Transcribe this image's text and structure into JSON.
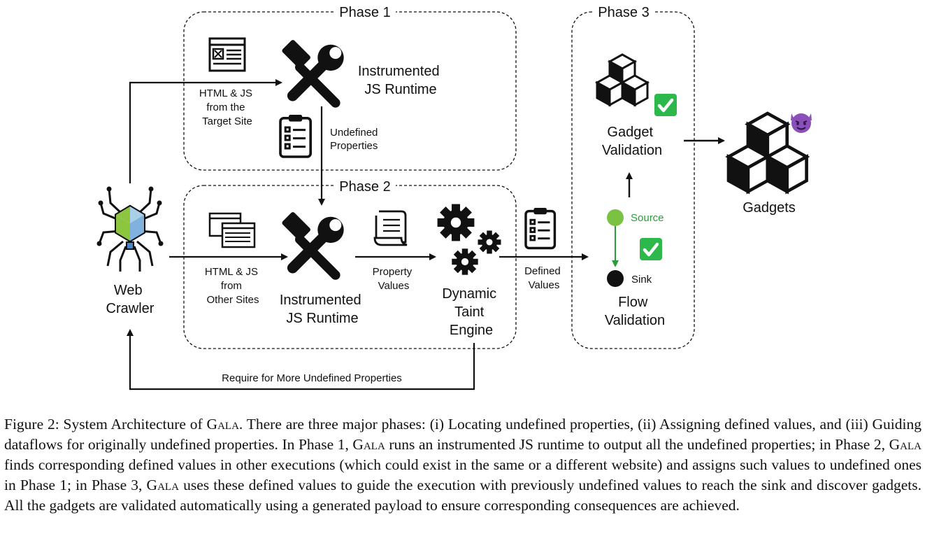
{
  "phases": {
    "phase1": "Phase 1",
    "phase2": "Phase 2",
    "phase3": "Phase 3"
  },
  "nodes": {
    "web_crawler": [
      "Web",
      "Crawler"
    ],
    "runtime1": [
      "Instrumented",
      "JS Runtime"
    ],
    "runtime2": [
      "Instrumented",
      "JS Runtime"
    ],
    "taint_engine": [
      "Dynamic",
      "Taint",
      "Engine"
    ],
    "gadget_validation": [
      "Gadget",
      "Validation"
    ],
    "flow_validation": [
      "Flow",
      "Validation"
    ],
    "gadgets": "Gadgets",
    "source": "Source",
    "sink": "Sink"
  },
  "edge_labels": {
    "html_js_target": [
      "HTML & JS",
      "from the",
      "Target Site"
    ],
    "undefined_props": [
      "Undefined",
      "Properties"
    ],
    "html_js_other": [
      "HTML & JS",
      "from",
      "Other Sites"
    ],
    "property_values": [
      "Property",
      "Values"
    ],
    "defined_values": [
      "Defined",
      "Values"
    ],
    "require_more": "Require for More Undefined Properties"
  },
  "icons": {
    "tools": "hammer-wrench-icon",
    "webpage": "webpage-icon",
    "windows": "browser-windows-icon",
    "clipboard": "clipboard-checklist-icon",
    "scroll": "scroll-icon",
    "gears": "gears-icon",
    "cubes": "cubes-icon",
    "check": "green-check-icon",
    "devil": "devil-emoji-icon",
    "spider": "spider-icon"
  },
  "colors": {
    "source_node": "#7cc242",
    "check_green": "#2db84c",
    "devil_purple": "#8a4fb8",
    "spider_green": "#8cc63f",
    "spider_blue": "#7fb2de"
  },
  "caption": {
    "lead": "Figure 2: System Architecture of G",
    "name_sc": "ala",
    "body": ". There are three major phases: (i) Locating undefined properties, (ii) Assigning defined values, and (iii) Guiding dataflows for originally undefined properties. In Phase 1, G",
    "body2": " runs an instrumented JS runtime to output all the undefined properties; in Phase 2, G",
    "body3": " finds corresponding defined values in other executions (which could exist in the same or a different website) and assigns such values to undefined ones in Phase 1; in Phase 3, G",
    "body4": " uses these defined values to guide the execution with previously undefined values to reach the sink and discover gadgets. All the gadgets are validated automatically using a generated payload to ensure corresponding consequences are achieved."
  }
}
